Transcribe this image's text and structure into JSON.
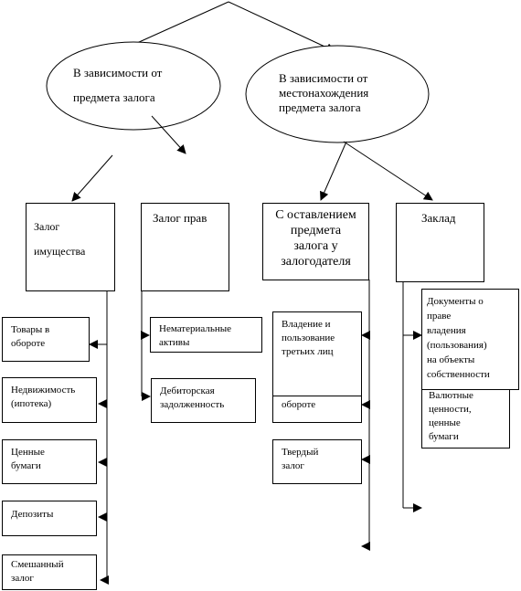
{
  "ellipse_subject": "В зависимости от\nпредмета залога",
  "ellipse_location": "В зависимости от\nместонахождения\nпредмета залога",
  "box_property": "Залог\nимущества",
  "box_rights": "Залог прав",
  "box_kept": "С оставлением\nпредмета\nзалога у\nзалогодателя",
  "box_pledge": "Заклад",
  "items_property": [
    "Товары в\nобороте",
    "Недвижимость\n(ипотека)",
    "Ценные\nбумаги",
    "Депозиты",
    "Смешанный\nзалог"
  ],
  "items_rights": [
    "Нематериальные\nактивы",
    "Дебиторская\nзадолженность"
  ],
  "items_kept": [
    "Владение и\nпользование\nтретьих лиц",
    "обороте",
    "Твердый\nзалог"
  ],
  "items_pledge": [
    "Документы о\nправе\nвладения\n(пользования)\nна объекты\nсобственности",
    "Валютные\nценности,\nценные\nбумаги"
  ]
}
